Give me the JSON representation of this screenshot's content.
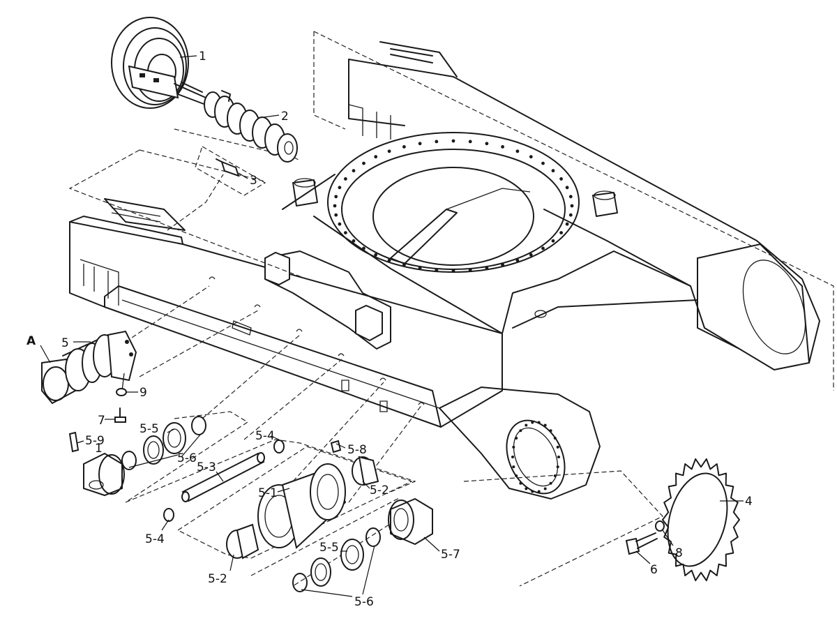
{
  "callouts": [
    {
      "id": "c1",
      "text": "1"
    },
    {
      "id": "c2",
      "text": "2"
    },
    {
      "id": "c3",
      "text": "3"
    },
    {
      "id": "c4",
      "text": "4"
    },
    {
      "id": "c5",
      "text": "5"
    },
    {
      "id": "c6",
      "text": "6"
    },
    {
      "id": "c7",
      "text": "7"
    },
    {
      "id": "c8",
      "text": "8"
    },
    {
      "id": "c9",
      "text": "9"
    },
    {
      "id": "cA",
      "text": "A"
    },
    {
      "id": "c51",
      "text": "5-1"
    },
    {
      "id": "c52a",
      "text": "5-2"
    },
    {
      "id": "c52b",
      "text": "5-2"
    },
    {
      "id": "c53",
      "text": "5-3"
    },
    {
      "id": "c54a",
      "text": "5-4"
    },
    {
      "id": "c54b",
      "text": "5-4"
    },
    {
      "id": "c55a",
      "text": "5-5"
    },
    {
      "id": "c55b",
      "text": "5-5"
    },
    {
      "id": "c56a",
      "text": "5-6"
    },
    {
      "id": "c56b",
      "text": "5-6"
    },
    {
      "id": "c57",
      "text": "5-7"
    },
    {
      "id": "c58",
      "text": "5-8"
    },
    {
      "id": "c59",
      "text": "5-9"
    }
  ],
  "icons": {
    "idler": "idler-wheel-icon",
    "spring": "recoil-spring-icon",
    "grease": "grease-fitting-icon",
    "frame": "track-frame-icon",
    "sprocket": "sprocket-icon",
    "roller": "track-roller-icon"
  },
  "colors": {
    "ink": "#1a1a1a",
    "paper": "#ffffff"
  }
}
